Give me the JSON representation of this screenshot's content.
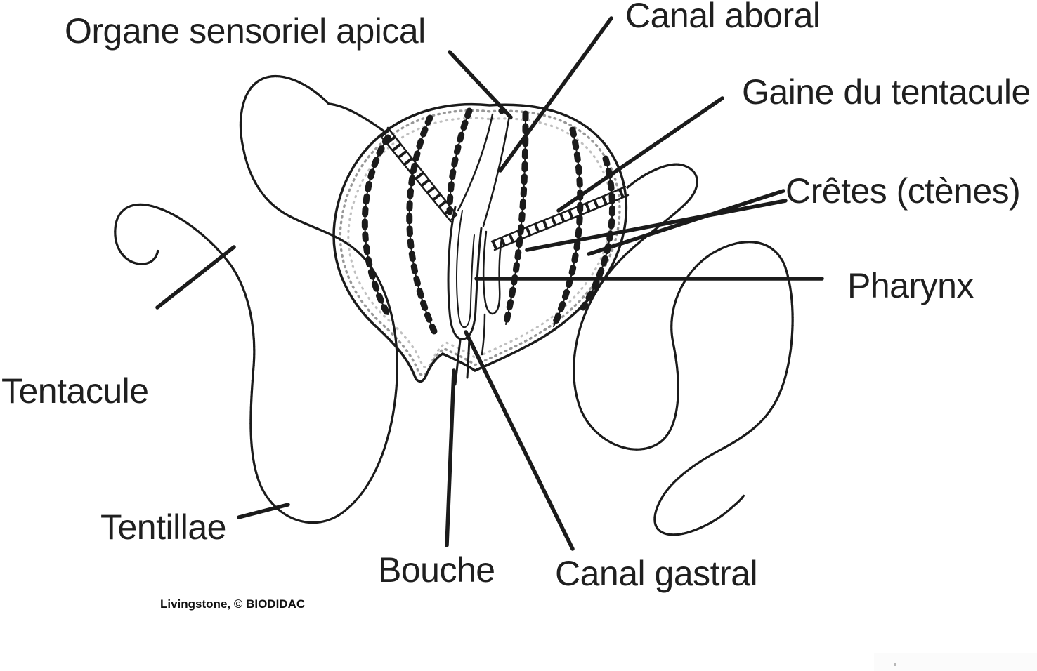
{
  "figure": {
    "subject": "ctenophore-anatomy-diagram",
    "ink_color": "#1b1b1b",
    "background_color": "#ffffff",
    "labels": {
      "organe_sensoriel_apical": "Organe sensoriel apical",
      "canal_aboral": "Canal aboral",
      "gaine_du_tentacule": "Gaine du tentacule",
      "cretes": "Crêtes (ctènes)",
      "pharynx": "Pharynx",
      "tentacule": "Tentacule",
      "tentillae": "Tentillae",
      "bouche": "Bouche",
      "canal_gastral": "Canal gastral"
    },
    "credit": "Livingstone, © BIODIDAC"
  }
}
